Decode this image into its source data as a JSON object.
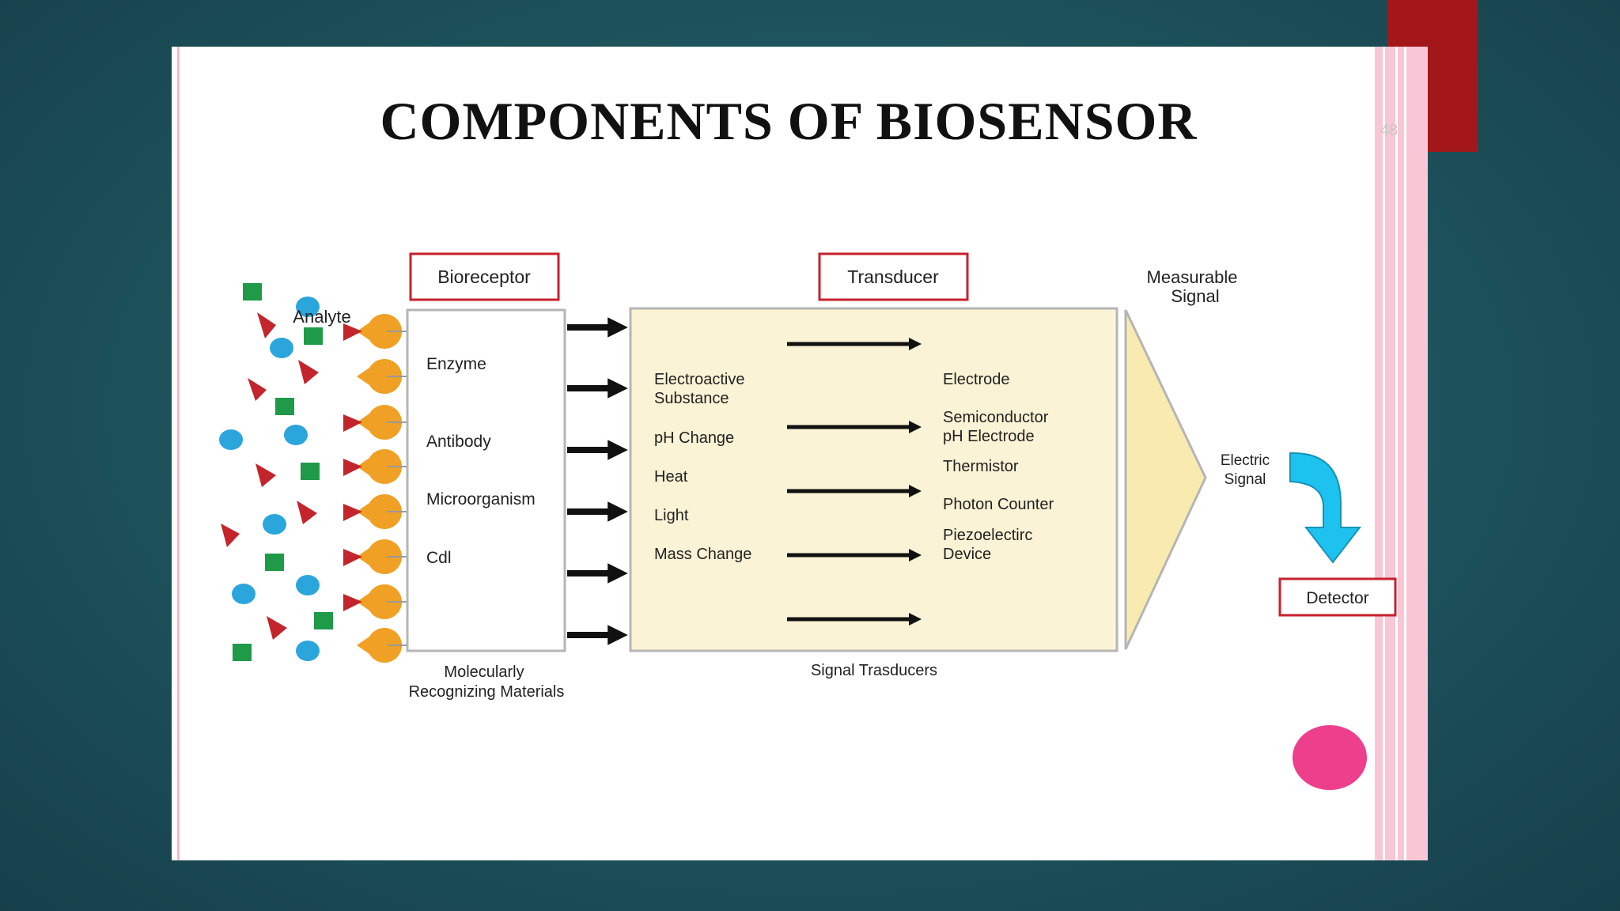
{
  "slide": {
    "title": "COMPONENTS OF BIOSENSOR",
    "page_number": "48"
  },
  "diagram": {
    "analyte_label": "Analyte",
    "bioreceptor_label": "Bioreceptor",
    "bioreceptor_items": [
      "Enzyme",
      "Antibody",
      "Microorganism",
      "Cdl"
    ],
    "bioreceptor_caption_line1": "Molecularly",
    "bioreceptor_caption_line2": "Recognizing Materials",
    "transducer_label": "Transducer",
    "transducer_inputs": [
      "pH Change",
      "Heat",
      "Light",
      "Mass Change"
    ],
    "transducer_input_first_line1": "Electroactive",
    "transducer_input_first_line2": "Substance",
    "transducer_outputs": [
      "Electrode",
      "Thermistor",
      "Photon Counter"
    ],
    "transducer_output_semi_line1": "Semiconductor",
    "transducer_output_semi_line2": "pH Electrode",
    "transducer_output_piezo_line1": "Piezoelectirc",
    "transducer_output_piezo_line2": "Device",
    "transducer_caption": "Signal Trasducers",
    "measurable_line1": "Measurable",
    "measurable_line2": "Signal",
    "electric_line1": "Electric",
    "electric_line2": "Signal",
    "detector_label": "Detector"
  },
  "colors": {
    "background": "#1f5760",
    "accent_red_tab": "#a3171b",
    "stripe_pink": "#f4b8c8",
    "box_outline_red": "#c8202e",
    "transducer_fill": "#fbf3d5",
    "signal_triangle": "#f9ebb0",
    "receptor_orange": "#f0a024",
    "analyte_red": "#c4242c",
    "analyte_blue": "#2ba6dc",
    "analyte_green": "#1e9a48",
    "detector_arrow": "#1ec2ee",
    "pink_dot": "#ee3f8c"
  },
  "icons": [
    "arrow-right-icon",
    "curved-arrow-down-icon",
    "receptor-icon",
    "circle-icon",
    "square-icon",
    "triangle-icon"
  ]
}
